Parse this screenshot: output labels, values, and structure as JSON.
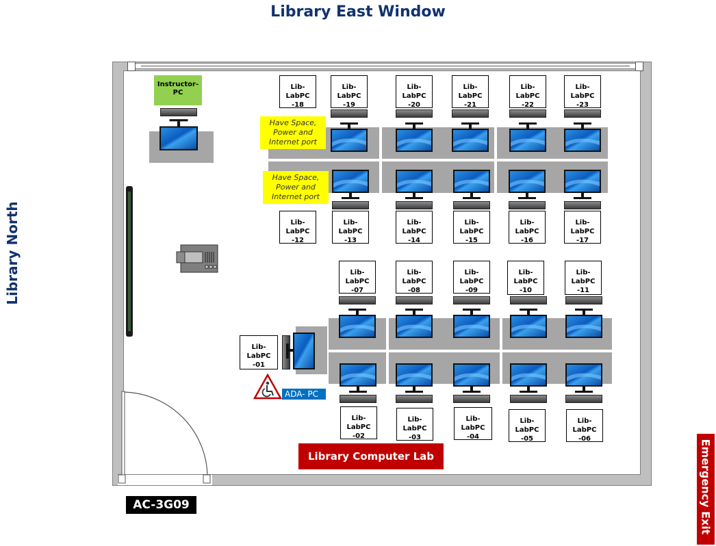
{
  "title": "Library East Window",
  "north_label": "Library North",
  "emergency_label": "Emergency Exit",
  "room_name": "Library Computer Lab",
  "room_code": "AC-3G09",
  "instructor_pc": "Instructor-\nPC",
  "notes": [
    "Have Space,\nPower and\nInternet port",
    "Have Space,\nPower and\nInternet port"
  ],
  "ada_label": "ADA- PC",
  "pcs": {
    "01": "Lib-LabPC\n-01",
    "02": "Lib-LabPC\n-02",
    "03": "Lib-LabPC\n-03",
    "04": "Lib-LabPC\n-04",
    "05": "Lib-LabPC\n-05",
    "06": "Lib-LabPC\n-06",
    "07": "Lib-LabPC\n-07",
    "08": "Lib-LabPC\n-08",
    "09": "Lib-LabPC\n-09",
    "10": "Lib-LabPC\n-10",
    "11": "Lib-LabPC\n-11",
    "12": "Lib-LabPC\n-12",
    "13": "Lib-LabPC\n-13",
    "14": "Lib-LabPC\n-14",
    "15": "Lib-LabPC\n-15",
    "16": "Lib-LabPC\n-16",
    "17": "Lib-LabPC\n-17",
    "18": "Lib-LabPC\n-18",
    "19": "Lib-LabPC\n-19",
    "20": "Lib-LabPC\n-20",
    "21": "Lib-LabPC\n-21",
    "22": "Lib-LabPC\n-22",
    "23": "Lib-LabPC\n-23"
  },
  "colors": {
    "heading": "#12326e",
    "exit": "#c00000",
    "instructor": "#92d050",
    "note": "#ffff00",
    "ada": "#0070c0"
  }
}
